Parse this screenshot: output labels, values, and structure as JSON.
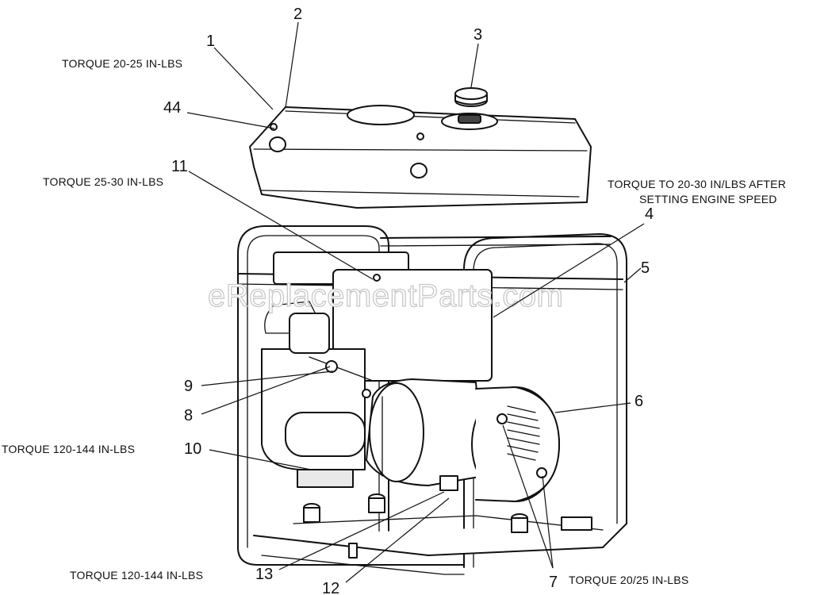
{
  "watermark": "eReplacementParts.com",
  "callouts": {
    "c1": "1",
    "c2": "2",
    "c3": "3",
    "c4": "4",
    "c5": "5",
    "c6": "6",
    "c7": "7",
    "c8": "8",
    "c9": "9",
    "c10": "10",
    "c11": "11",
    "c12": "12",
    "c13": "13",
    "c44": "44"
  },
  "notes": {
    "torque_1": "TORQUE 20-25 IN-LBS",
    "torque_11": "TORQUE 25-30 IN-LBS",
    "torque_4_line1": "TORQUE TO 20-30 IN/LBS AFTER",
    "torque_4_line2": "SETTING ENGINE SPEED",
    "torque_10": "TORQUE 120-144 IN-LBS",
    "torque_13": "TORQUE 120-144 IN-LBS",
    "torque_7": "TORQUE 20/25 IN-LBS"
  }
}
